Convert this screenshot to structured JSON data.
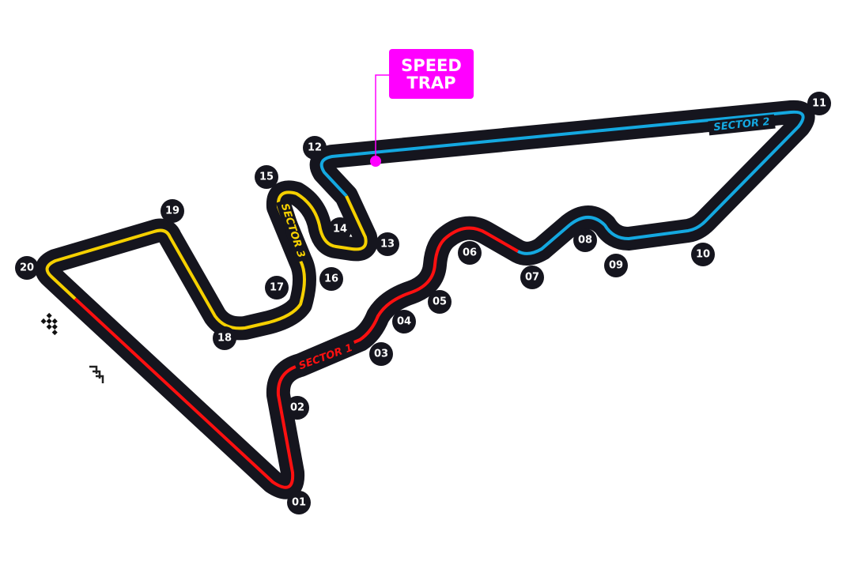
{
  "speed_trap": {
    "line1": "SPEED",
    "line2": "TRAP"
  },
  "sectors": [
    {
      "label": "SECTOR 1",
      "color": "#ff1010"
    },
    {
      "label": "SECTOR 2",
      "color": "#14a8e0"
    },
    {
      "label": "SECTOR 3",
      "color": "#f5d000"
    }
  ],
  "track_color": "#15151e",
  "speed_trap_color": "#ff00ff",
  "turns": [
    "01",
    "02",
    "03",
    "04",
    "05",
    "06",
    "07",
    "08",
    "09",
    "10",
    "11",
    "12",
    "13",
    "14",
    "15",
    "16",
    "17",
    "18",
    "19",
    "20"
  ],
  "icons": [
    "start-finish-flag-icon",
    "drs-chevrons-icon"
  ]
}
